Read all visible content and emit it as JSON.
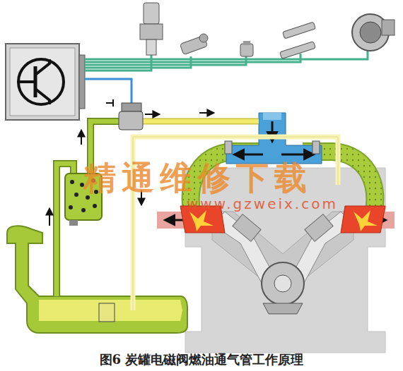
{
  "diagram": {
    "caption": "图6 炭罐电磁阀燃油通气管工作原理",
    "labels": [
      "精通维修下载",
      "www.gzweix.com"
    ]
  }
}
